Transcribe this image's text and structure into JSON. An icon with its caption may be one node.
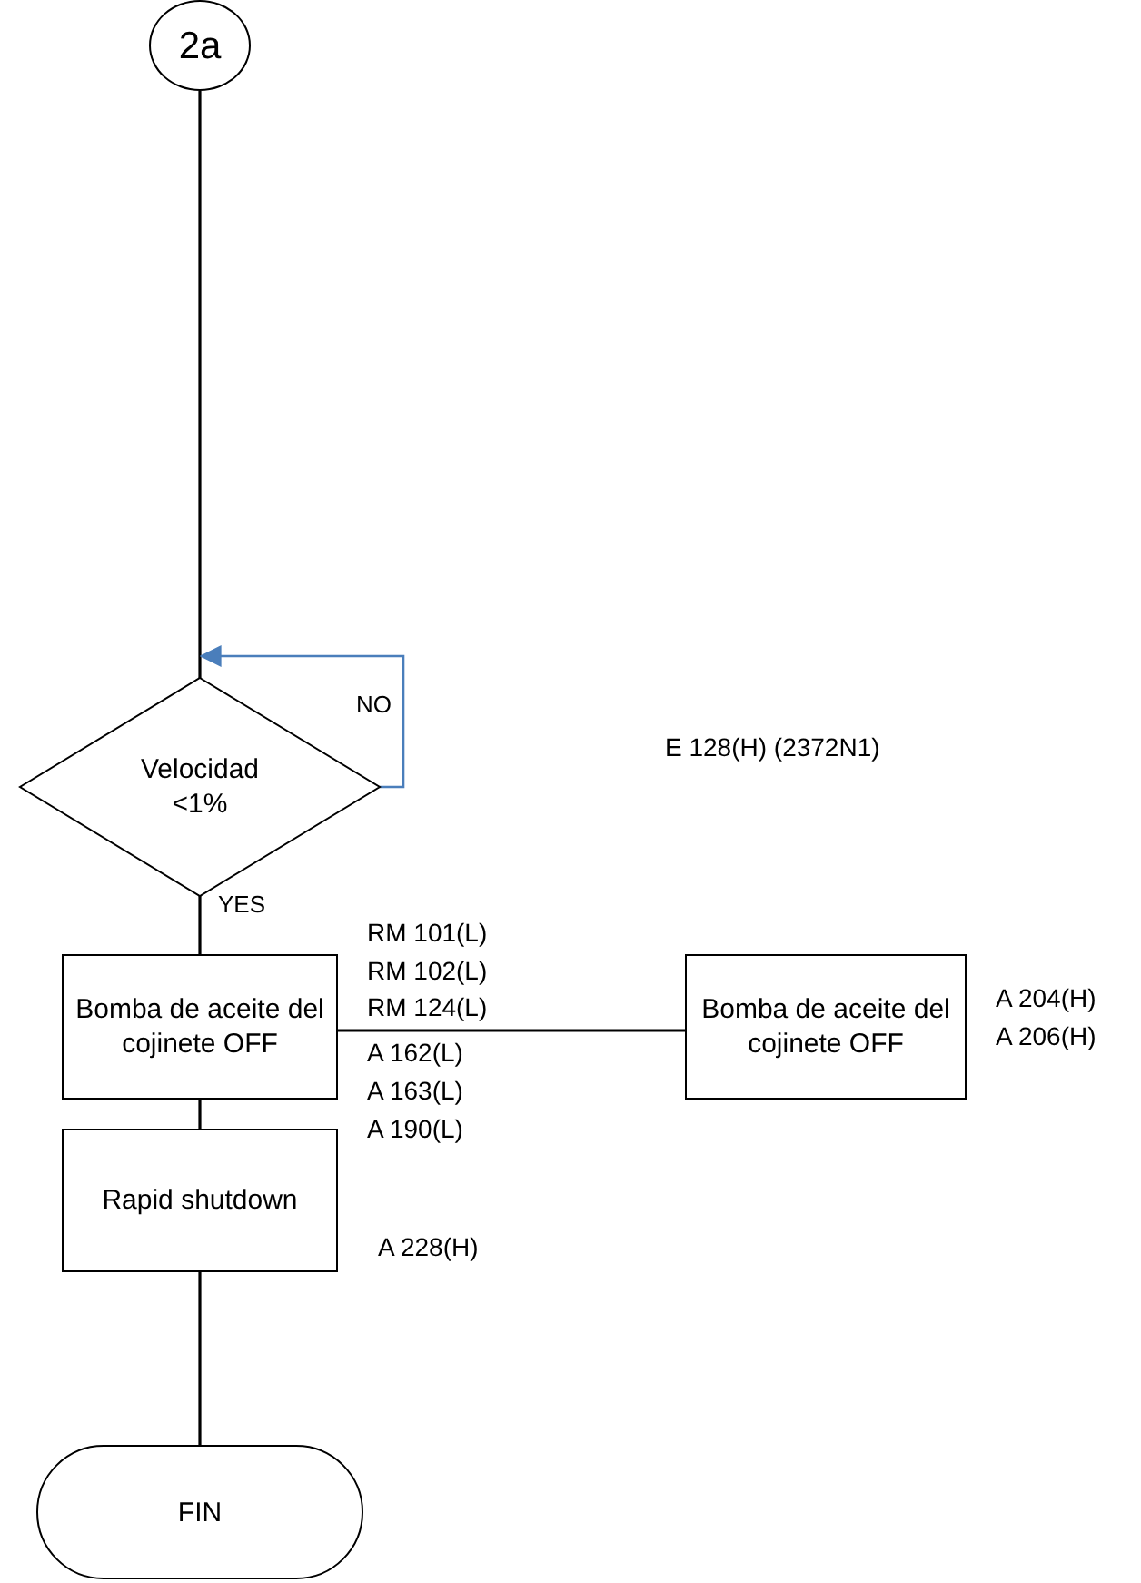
{
  "diagram": {
    "nodes": [
      {
        "text": [
          "2a"
        ]
      },
      {
        "text": [
          "Velocidad <1%"
        ]
      },
      {
        "text": [
          "Bomba de aceite del cojinete OFF"
        ]
      },
      {
        "text": [
          "Bomba de aceite del cojinete OFF"
        ]
      },
      {
        "text": [
          "Rapid shutdown"
        ]
      },
      {
        "text": [
          "FIN"
        ]
      }
    ],
    "edges": [
      {
        "from": 0,
        "to": 1,
        "arrow": "none"
      },
      {
        "from": 1,
        "to": 1,
        "arrow": "to",
        "label": "NO",
        "color": "#4a7ebb"
      },
      {
        "from": 1,
        "to": 2,
        "arrow": "none",
        "label": "YES"
      },
      {
        "from": 2,
        "to": 3,
        "arrow": "none"
      },
      {
        "from": 2,
        "to": 4,
        "arrow": "none"
      },
      {
        "from": 4,
        "to": 5,
        "arrow": "none"
      }
    ],
    "labels": [
      "E 128(H) (2372N1)",
      "RM 101(L)",
      "RM 102(L)",
      "RM 124(L)",
      "A 162(L)",
      "A 163(L)",
      "A 190(L)",
      "A 204(H)",
      "A 206(H)",
      "A 228(H)"
    ]
  }
}
